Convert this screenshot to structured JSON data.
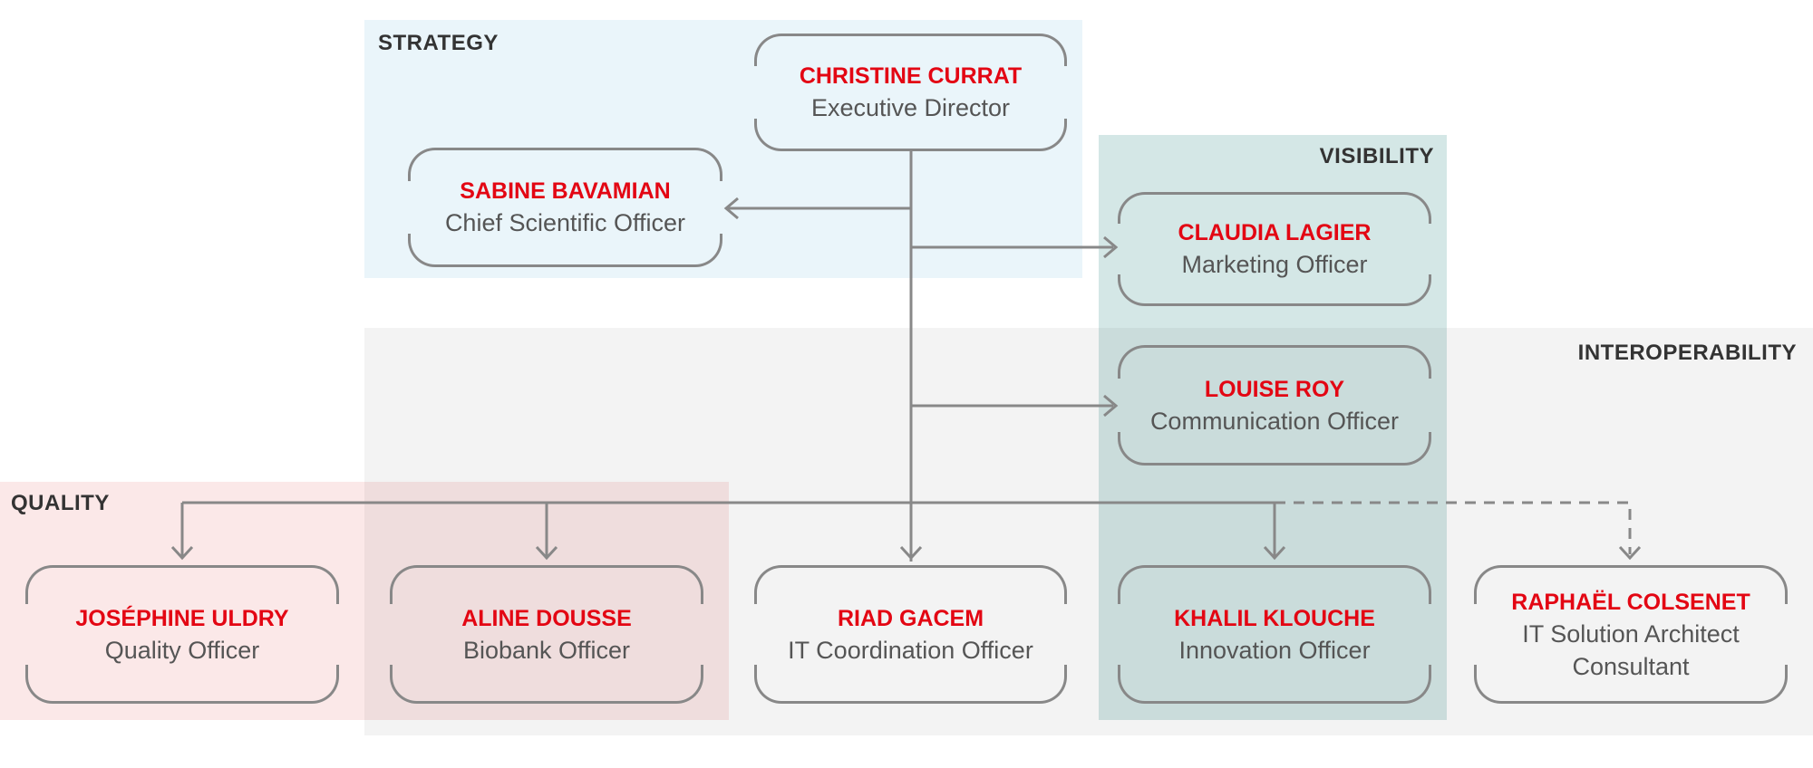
{
  "regions": {
    "strategy": "STRATEGY",
    "visibility": "VISIBILITY",
    "interoperability": "INTEROPERABILITY",
    "quality": "QUALITY"
  },
  "people": {
    "christine": {
      "name": "CHRISTINE CURRAT",
      "title": "Executive Director"
    },
    "sabine": {
      "name": "SABINE BAVAMIAN",
      "title": "Chief Scientific Officer"
    },
    "claudia": {
      "name": "CLAUDIA LAGIER",
      "title": "Marketing Officer"
    },
    "louise": {
      "name": "LOUISE ROY",
      "title": "Communication Officer"
    },
    "josephine": {
      "name": "JOSÉPHINE ULDRY",
      "title": "Quality Officer"
    },
    "aline": {
      "name": "ALINE DOUSSE",
      "title": "Biobank Officer"
    },
    "riad": {
      "name": "RIAD GACEM",
      "title": "IT Coordination Officer"
    },
    "khalil": {
      "name": "KHALIL KLOUCHE",
      "title": "Innovation Officer"
    },
    "raphael": {
      "name": "RAPHAËL COLSENET",
      "title": "IT Solution Architect",
      "title2": "Consultant"
    }
  },
  "colors": {
    "name": "#e30613",
    "title": "#555555",
    "line": "#888888"
  }
}
